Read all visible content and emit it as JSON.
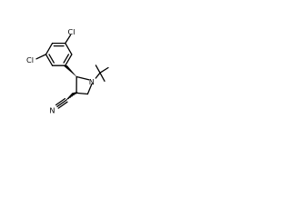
{
  "molecule": {
    "atoms": {
      "cl_top": "Cl",
      "cl_left": "Cl",
      "nitrogen_ring": "N",
      "nitrogen_nitrile": "N"
    }
  }
}
